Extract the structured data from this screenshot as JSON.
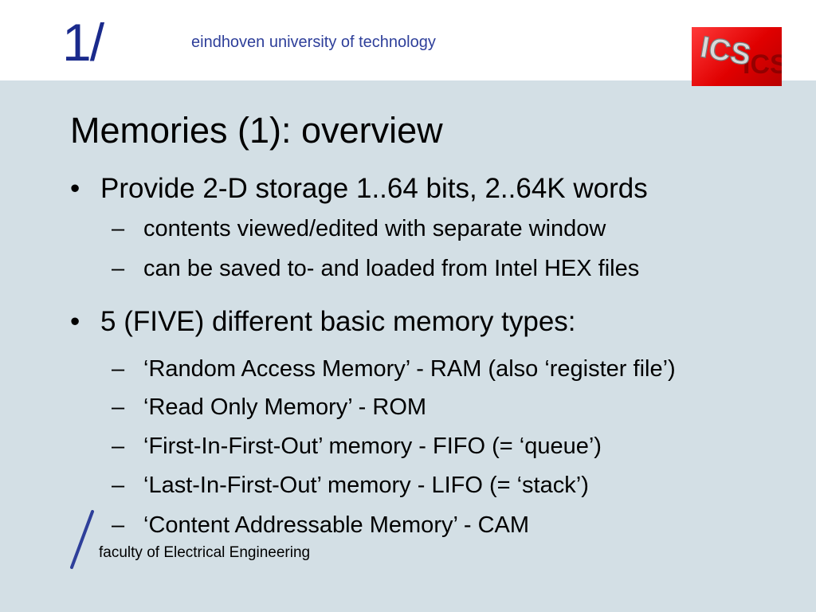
{
  "header": {
    "logo_text": "1/",
    "university": "eindhoven university of technology",
    "ics_logo_text": "ICS"
  },
  "slide": {
    "title": "Memories (1): overview",
    "bullets": [
      {
        "text": "Provide 2-D storage 1..64 bits, 2..64K words",
        "subitems": [
          "contents viewed/edited with separate window",
          "can be saved to- and loaded from Intel HEX files"
        ]
      },
      {
        "text": "5 (FIVE) different basic memory types:",
        "subitems": [
          "‘Random Access Memory’ - RAM (also ‘register file’)",
          "‘Read Only Memory’ - ROM",
          "‘First-In-First-Out’ memory - FIFO (= ‘queue’)",
          "‘Last-In-First-Out’ memory - LIFO (= ‘stack’)",
          "‘Content Addressable Memory’ - CAM"
        ]
      }
    ],
    "bullet_symbol": "•",
    "dash_symbol": "–"
  },
  "footer": {
    "faculty": "faculty of Electrical Engineering"
  },
  "colors": {
    "background": "#d3dfe5",
    "header_bg": "#ffffff",
    "brand_blue": "#1a2a8c",
    "logo_red": "#e00000"
  }
}
